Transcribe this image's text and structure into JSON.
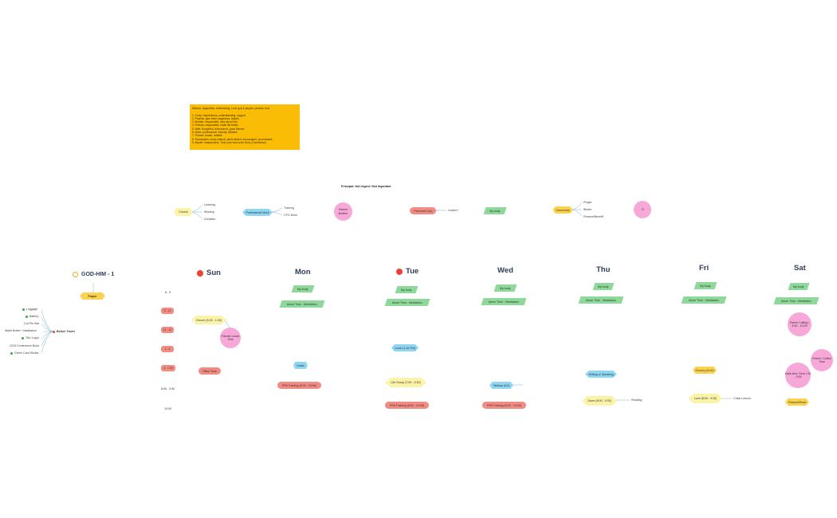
{
  "note": {
    "lines": [
      "Mission: supportive, determining, Love god & people, present, real",
      "",
      "1. Cody: Hopefulness, understanding, support",
      "2. Parents: give them happiness, helpful",
      "3. Brother: responsible, care about him",
      "4. Friends: responsible, make life better",
      "5. Wife: thoughtful, determined, good listener",
      "6. Work: professional, friendly, initiative",
      "7. Partner: leader, reliable",
      "8. Teammates: cross cultural, spirit related, encouraged, accountable",
      "9. Myself: Independent, Time your host to be Sexy (Confidence)"
    ]
  },
  "matrix": {
    "title": "Principal: Not Urgent / Not Important",
    "church": "Church",
    "church_items": [
      "Learning",
      "Worship",
      "Donation"
    ],
    "pro": "Professional Work",
    "pro_items": [
      "Training",
      "CFO Work"
    ],
    "parent": "Parent/ Brother",
    "personal": "Personal Cost",
    "leader": "Leader?",
    "mybody": "My body",
    "ownership": "Ownership",
    "own_items": [
      "Prayer",
      "Blutter",
      "Finance/Benefit"
    ],
    "yi": "Yi"
  },
  "left": {
    "title": "GOD-HIM - 1",
    "prayer": "Prayer",
    "before": "Before Travel",
    "items": [
      "Luggage",
      "Battery",
      "Cut Pie Hair",
      "Wash Butter / Installation",
      "TAU Login",
      "GOD Conference Book",
      "Green Card Sticker"
    ]
  },
  "times": [
    "8 - 9",
    "9 - 11",
    "11 - 12",
    "2 - 4",
    "4 - 7:00",
    "8:00 - 9:30",
    "10:00"
  ],
  "days": [
    "Sun",
    "Mon",
    "Tue",
    "Wed",
    "Thu",
    "Fri",
    "Sat"
  ],
  "cells": {
    "my_body": "My body",
    "alone": "Alone Time - Meditation",
    "church": "Church (9:30 - 1:30)",
    "friends_lunch": "Friends Lunch Time",
    "office": "Office Time",
    "guitar": "Guitar",
    "ppa_mon": "PPA Training (6:00 - 10:00)",
    "lunch_tue": "Lunch (1:30 PM)",
    "life_group": "Life Group (7:00 - 9:30)",
    "ppa_tue": "PPA Training (6:00 - 10:00)",
    "tableau": "Tableau (6:0)",
    "ppa_wed": "PPA Training (6:00 - 10:00)",
    "writing": "Writing or Speaking",
    "zoom": "Zoom (8:00 - 9:30)",
    "reading": "Reading",
    "grocery": "Grocery (6:00)",
    "love": "Love (8:00 - 9:30)",
    "collar": "Collar Lesson",
    "parent_calling": "Parent Calling / 9:00 - 10:30",
    "friend_coffee": "Friend / Coffee Time",
    "date_time": "Date time, Rom t 30 - 9:30",
    "finance": "Finance/Read"
  },
  "colors": {
    "note": "#fbbc05",
    "green": "#8ed99a",
    "red": "#f28b82",
    "pink": "#f7a8d8",
    "blue": "#8ed6f2",
    "yellow": "#fbd24e",
    "dot": "#ea4335"
  }
}
